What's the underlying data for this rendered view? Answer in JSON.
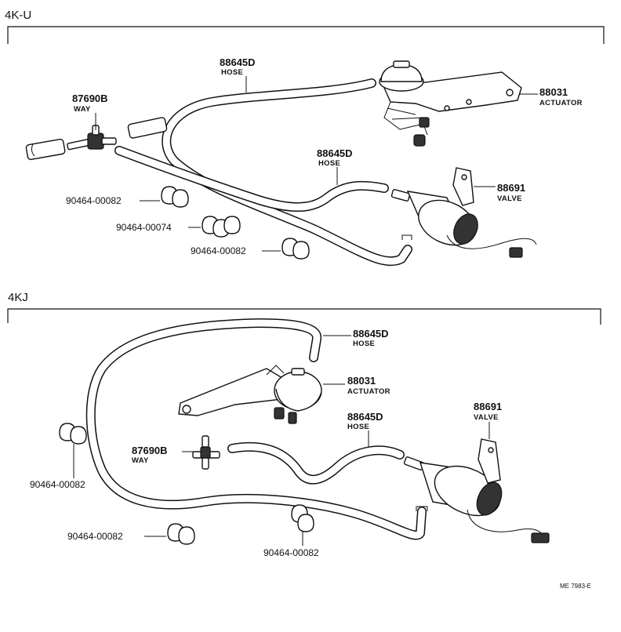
{
  "sections": {
    "top": {
      "label": "4K-U",
      "parts": {
        "hose_upper": {
          "number": "88645D",
          "name": "HOSE"
        },
        "actuator": {
          "number": "88031",
          "name": "ACTUATOR"
        },
        "way": {
          "number": "87690B",
          "name": "WAY"
        },
        "hose_lower": {
          "number": "88645D",
          "name": "HOSE"
        },
        "valve": {
          "number": "88691",
          "name": "VALVE"
        },
        "clamp_a": {
          "number": "90464-00082"
        },
        "clamp_b": {
          "number": "90464-00074"
        },
        "clamp_c": {
          "number": "90464-00082"
        }
      }
    },
    "bottom": {
      "label": "4KJ",
      "parts": {
        "hose_upper": {
          "number": "88645D",
          "name": "HOSE"
        },
        "actuator": {
          "number": "88031",
          "name": "ACTUATOR"
        },
        "hose_lower": {
          "number": "88645D",
          "name": "HOSE"
        },
        "valve": {
          "number": "88691",
          "name": "VALVE"
        },
        "way": {
          "number": "87690B",
          "name": "WAY"
        },
        "clamp_left": {
          "number": "90464-00082"
        },
        "clamp_bottom_left": {
          "number": "90464-00082"
        },
        "clamp_bottom_mid": {
          "number": "90464-00082"
        }
      }
    }
  },
  "reference_code": "ME 7983-E"
}
